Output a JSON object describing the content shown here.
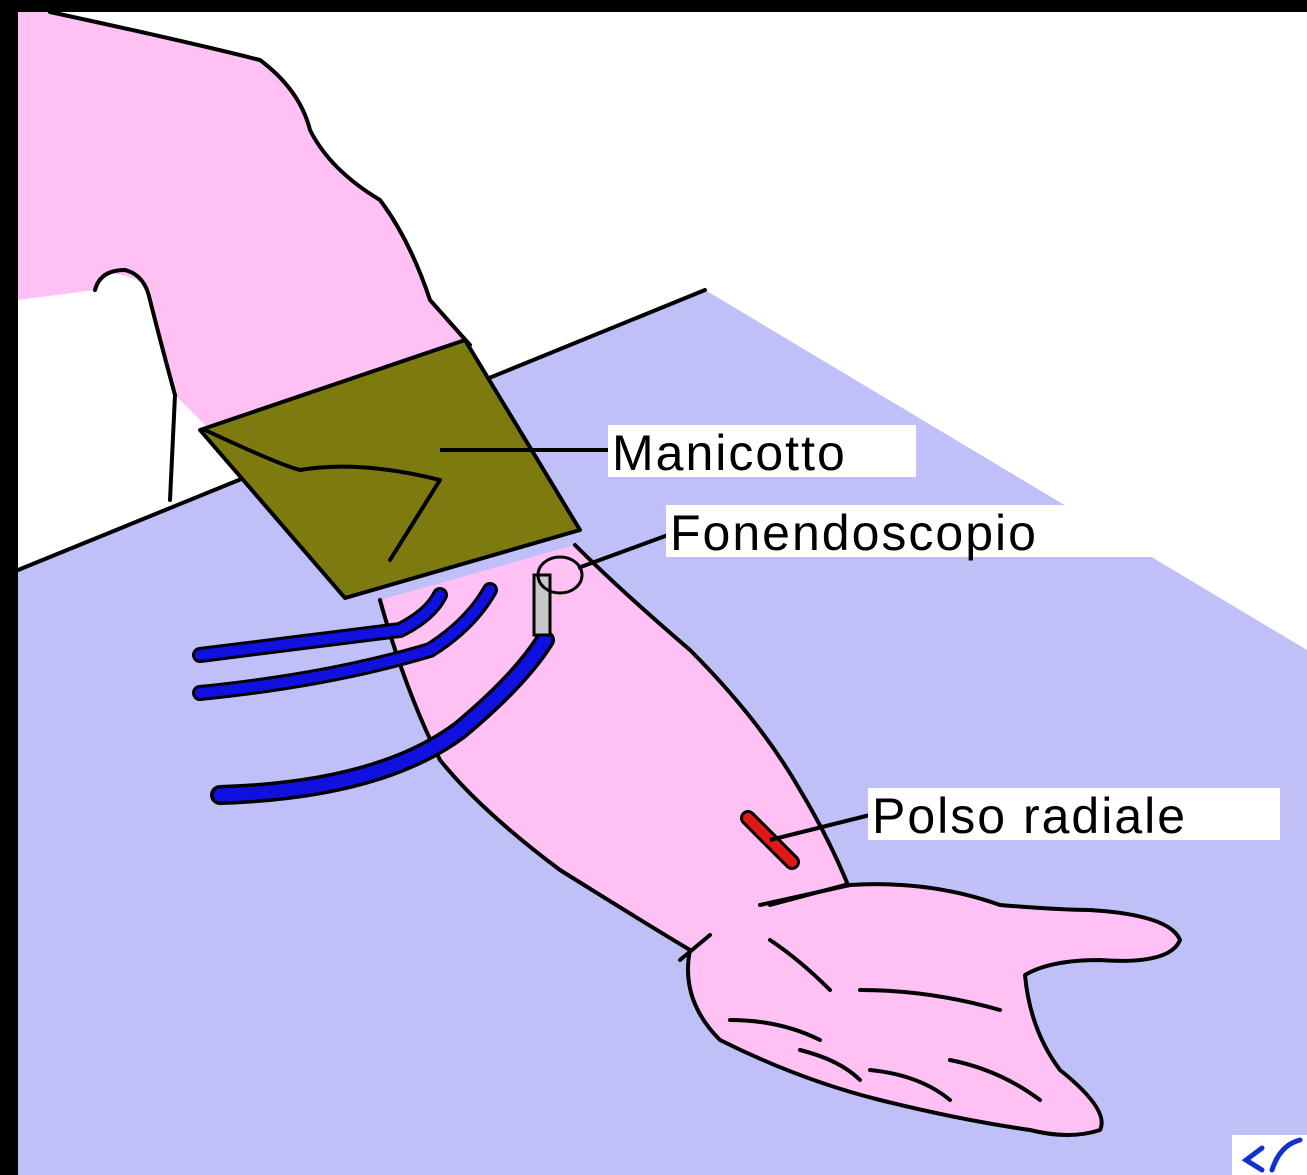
{
  "labels": {
    "cuff": "Manicotto",
    "stethoscope": "Fonendoscopio",
    "radial_pulse": "Polso radiale"
  },
  "colors": {
    "frame": "#000000",
    "background_white": "#ffffff",
    "skin": "#ffc0f4",
    "table": "#c0c0f8",
    "cuff": "#7d7a10",
    "tubes": "#1010e0",
    "pulse_mark": "#e01818",
    "metal": "#c8c8c8"
  },
  "icons": {
    "corner": "return-arrow-icon"
  }
}
